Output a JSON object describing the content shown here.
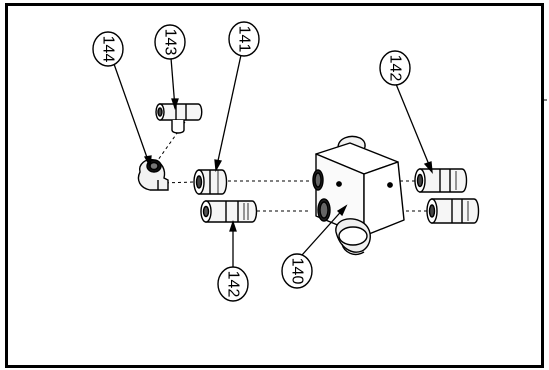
{
  "figure": {
    "callouts": {
      "c144": "144",
      "c143": "143",
      "c141": "141",
      "c142_right": "142",
      "c142_bottom": "142",
      "c140": "140"
    }
  }
}
